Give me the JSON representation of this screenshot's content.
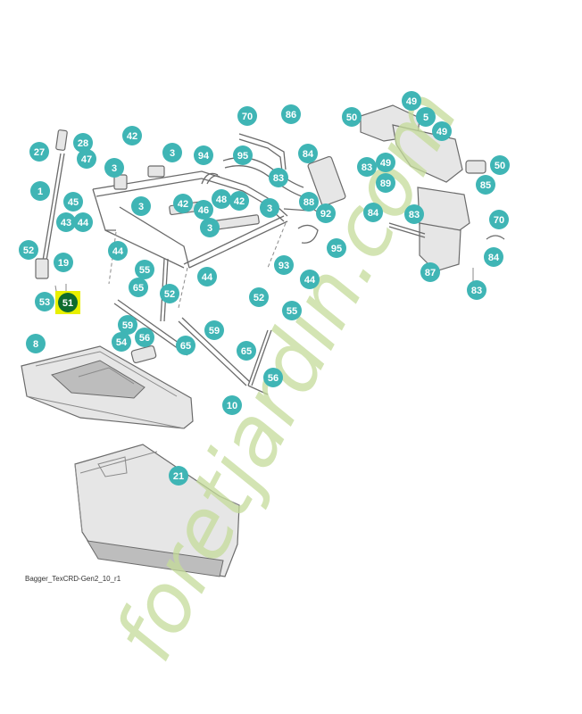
{
  "diagram": {
    "caption": "Bagger_TexCRD-Gen2_10_r1",
    "watermark": "foretjardin.com",
    "colors": {
      "callout": "#3fb5b5",
      "highlight_box": "#e8f000",
      "highlight_circle": "#0e6b2e",
      "watermark_green": "#c5dc9a",
      "watermark_orange": "#f3b57a"
    },
    "highlighted_part": "51"
  }
}
